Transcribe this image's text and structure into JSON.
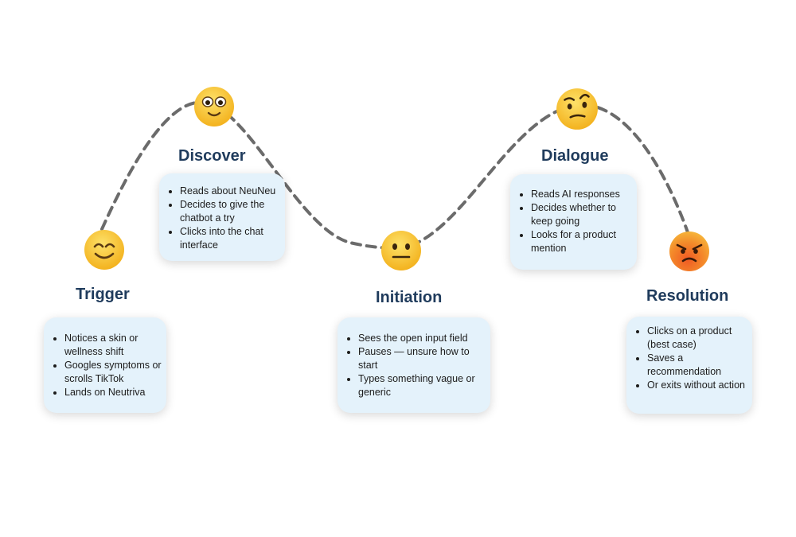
{
  "stages": [
    {
      "title": "Trigger",
      "emoji": "smiling-face-icon",
      "bullets": [
        "Notices a skin or wellness shift",
        "Googles symptoms or scrolls TikTok",
        "Lands on Neutriva"
      ]
    },
    {
      "title": "Discover",
      "emoji": "curious-wide-eyes-face-icon",
      "bullets": [
        "Reads about NeuNeu",
        "Decides to give the chatbot a try",
        "Clicks into the chat interface"
      ]
    },
    {
      "title": "Initiation",
      "emoji": "neutral-face-icon",
      "bullets": [
        "Sees the open input field",
        "Pauses — unsure how to start",
        "Types something vague or generic"
      ]
    },
    {
      "title": "Dialogue",
      "emoji": "raised-eyebrow-face-icon",
      "bullets": [
        "Reads AI responses",
        "Decides whether to keep going",
        "Looks for a product mention"
      ]
    },
    {
      "title": "Resolution",
      "emoji": "angry-face-icon",
      "bullets": [
        "Clicks on a product (best case)",
        "Saves a recommendation",
        "Or exits without action"
      ]
    }
  ],
  "colors": {
    "title": "#1f3b5c",
    "card_background": "#e4f2fb",
    "curve": "#6b6b6b",
    "emoji_yellow": "#f7c531",
    "emoji_angry": "#ef6a25"
  }
}
